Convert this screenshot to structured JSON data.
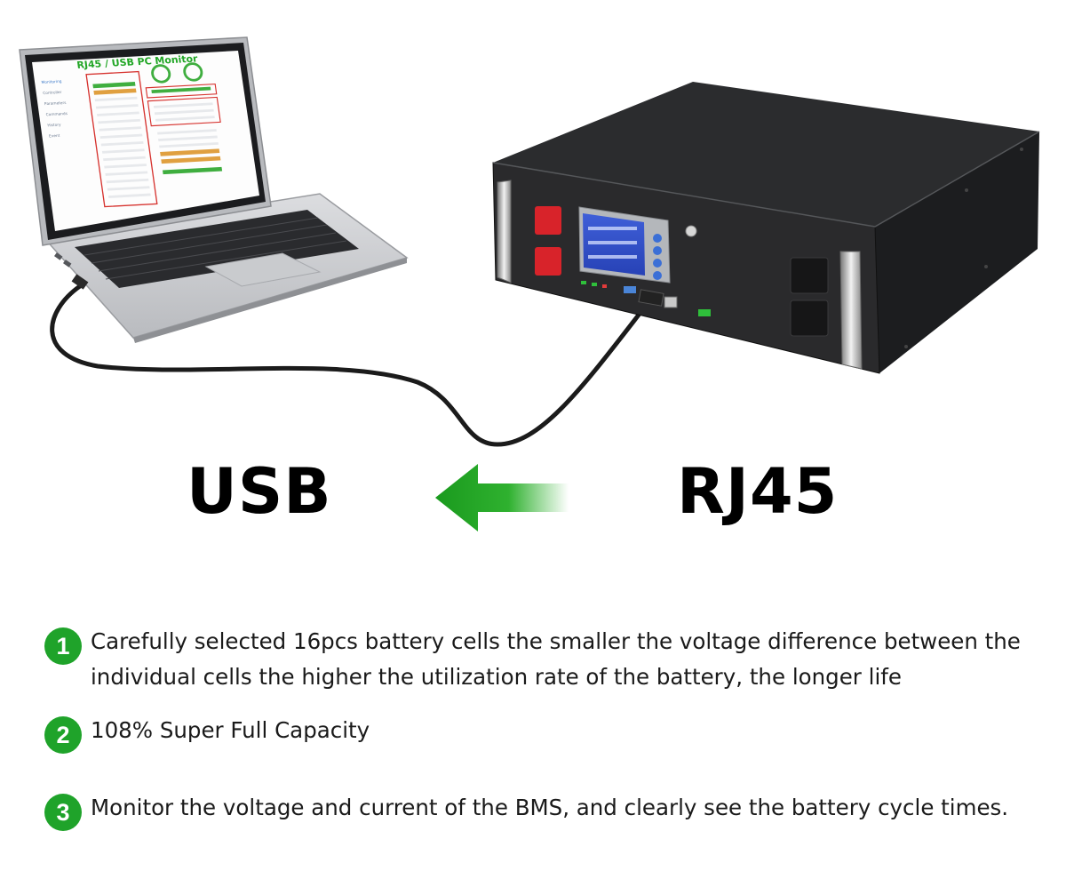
{
  "laptop_screen": {
    "title": "RJ45 / USB PC Monitor",
    "sidebar": [
      "Monitoring",
      "Controller",
      "Parameters",
      "Commands",
      "History",
      "Event"
    ]
  },
  "connection": {
    "source_label": "USB",
    "target_label": "RJ45",
    "arrow_color": "#1fa32a"
  },
  "features": [
    {
      "number": "1",
      "text": "Carefully selected 16pcs battery cells the smaller the voltage difference between the individual cells the higher the utilization rate of the battery, the longer life"
    },
    {
      "number": "2",
      "text": "108% Super Full Capacity"
    },
    {
      "number": "3",
      "text": "Monitor the voltage and current of the BMS, and clearly see the battery cycle times."
    }
  ],
  "colors": {
    "badge": "#1fa32a",
    "accent_green": "#22a626",
    "cell_highlight": "#d6322e"
  }
}
